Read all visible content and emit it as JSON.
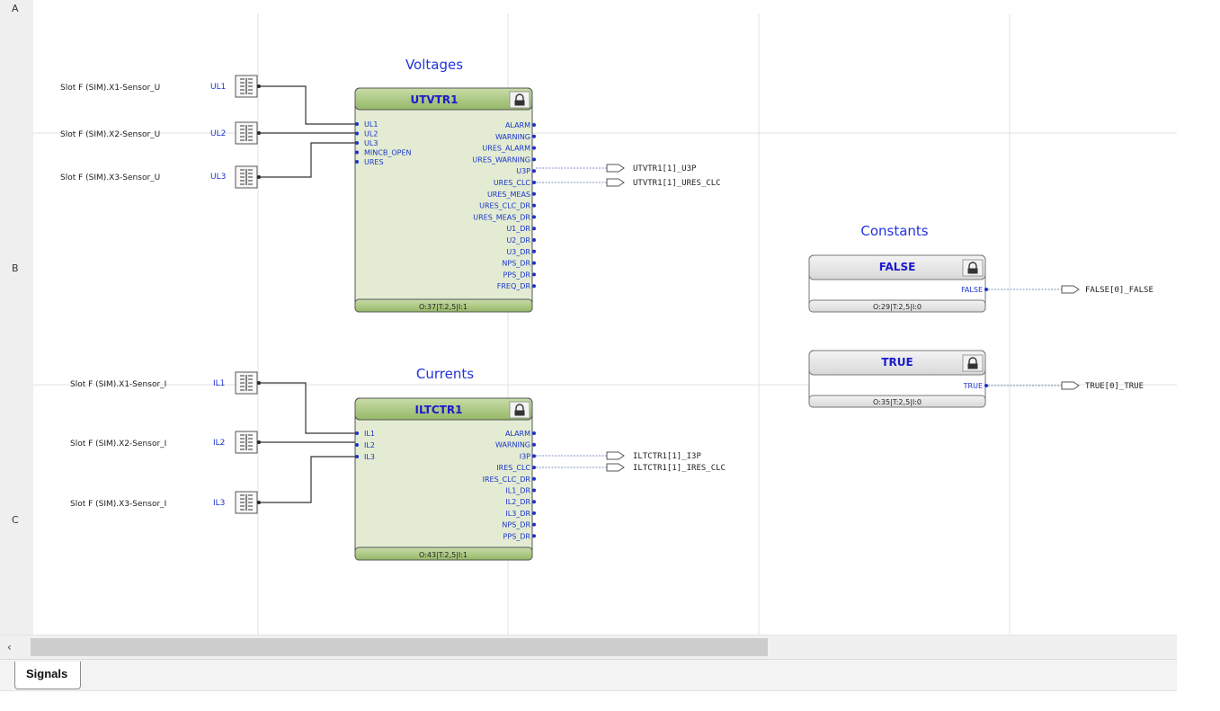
{
  "rows": [
    "A",
    "B",
    "C"
  ],
  "sections": {
    "voltages": "Voltages",
    "currents": "Currents",
    "constants": "Constants"
  },
  "voltage_inputs": [
    {
      "signal": "Slot F (SIM).X1-Sensor_U",
      "terminal": "UL1"
    },
    {
      "signal": "Slot F (SIM).X2-Sensor_U",
      "terminal": "UL2"
    },
    {
      "signal": "Slot F (SIM).X3-Sensor_U",
      "terminal": "UL3"
    }
  ],
  "current_inputs": [
    {
      "signal": "Slot F (SIM).X1-Sensor_I",
      "terminal": "IL1"
    },
    {
      "signal": "Slot F (SIM).X2-Sensor_I",
      "terminal": "IL2"
    },
    {
      "signal": "Slot F (SIM).X3-Sensor_I",
      "terminal": "IL3"
    }
  ],
  "blocks": {
    "utvtr": {
      "title": "UTVTR1",
      "footer": "O:37|T:2,5|I:1",
      "inputs": [
        "UL1",
        "UL2",
        "UL3",
        "MINCB_OPEN",
        "URES"
      ],
      "outputs": [
        "ALARM",
        "WARNING",
        "URES_ALARM",
        "URES_WARNING",
        "U3P",
        "URES_CLC",
        "URES_MEAS",
        "URES_CLC_DR",
        "URES_MEAS_DR",
        "U1_DR",
        "U2_DR",
        "U3_DR",
        "NPS_DR",
        "PPS_DR",
        "FREQ_DR"
      ],
      "connected_outputs": [
        "UTVTR1[1]_U3P",
        "UTVTR1[1]_URES_CLC"
      ]
    },
    "iltctr": {
      "title": "ILTCTR1",
      "footer": "O:43|T:2,5|I:1",
      "inputs": [
        "IL1",
        "IL2",
        "IL3"
      ],
      "outputs": [
        "ALARM",
        "WARNING",
        "I3P",
        "IRES_CLC",
        "IRES_CLC_DR",
        "IL1_DR",
        "IL2_DR",
        "IL3_DR",
        "NPS_DR",
        "PPS_DR"
      ],
      "connected_outputs": [
        "ILTCTR1[1]_I3P",
        "ILTCTR1[1]_IRES_CLC"
      ]
    },
    "false": {
      "title": "FALSE",
      "footer": "O:29|T:2,5|I:0",
      "output": "FALSE",
      "connected_output": "FALSE[0]_FALSE"
    },
    "true": {
      "title": "TRUE",
      "footer": "O:35|T:2,5|I:0",
      "output": "TRUE",
      "connected_output": "TRUE[0]_TRUE"
    }
  },
  "tabs": [
    {
      "label": "Signals"
    }
  ],
  "colors": {
    "block_fill": "#e3ecd2",
    "block_header": "#a4c47a",
    "const_header": "#e6e6e6",
    "port_blue": "#1a33cc",
    "grid": "#e2e2e2"
  }
}
